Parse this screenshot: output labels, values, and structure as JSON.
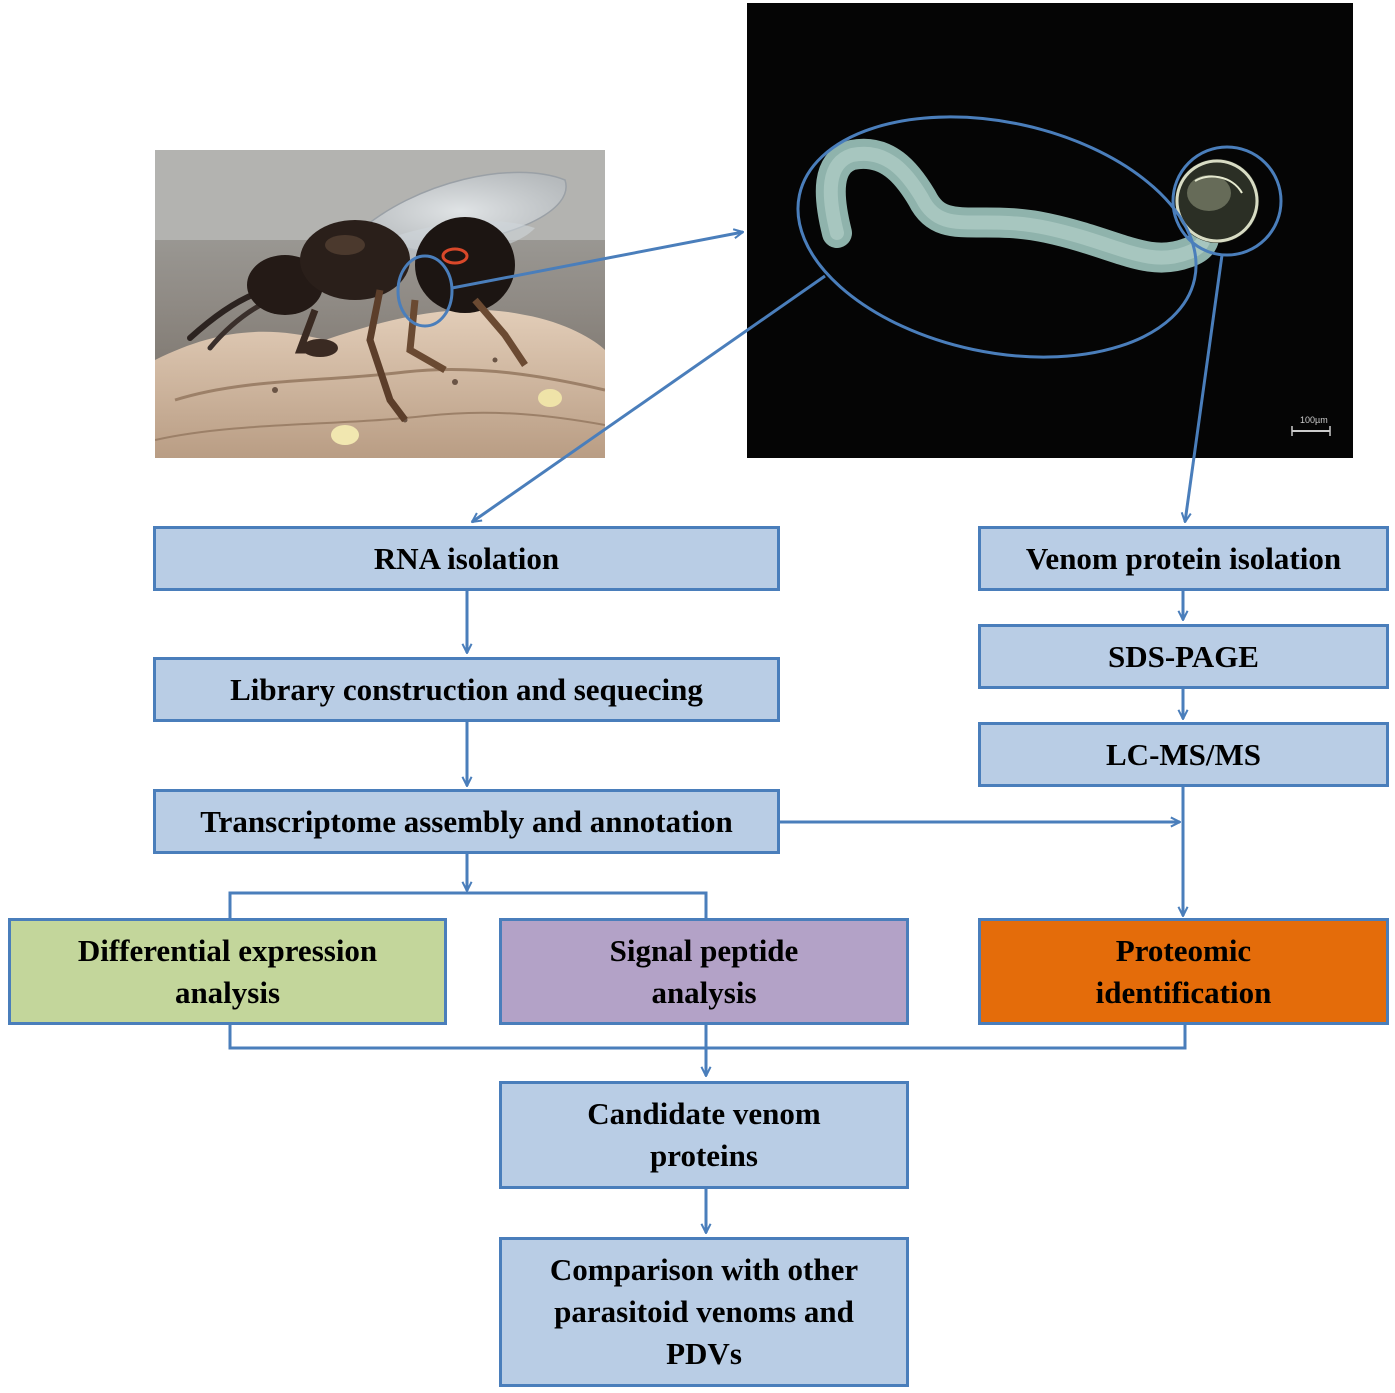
{
  "colors": {
    "line": "#4a7ebb",
    "box_blue": "#b9cde5",
    "box_green": "#c3d69b",
    "box_purple": "#b3a2c7",
    "box_orange": "#e46c0a"
  },
  "images": {
    "wasp": "wasp-photo",
    "gland": "venom-gland-micrograph",
    "scale_bar": "100µm"
  },
  "steps": {
    "rna_isolation": "RNA isolation",
    "library": "Library construction and sequecing",
    "transcriptome": "Transcriptome assembly and annotation",
    "venom_protein": "Venom protein isolation",
    "sds_page": "SDS-PAGE",
    "lcms": "LC-MS/MS",
    "diff_expr": [
      "Differential expression",
      "analysis"
    ],
    "signal_peptide": [
      "Signal peptide",
      "analysis"
    ],
    "proteomic": [
      "Proteomic",
      "identification"
    ],
    "candidate": [
      "Candidate venom",
      "proteins"
    ],
    "comparison": [
      "Comparison with other",
      "parasitoid venoms and",
      "PDVs"
    ]
  }
}
